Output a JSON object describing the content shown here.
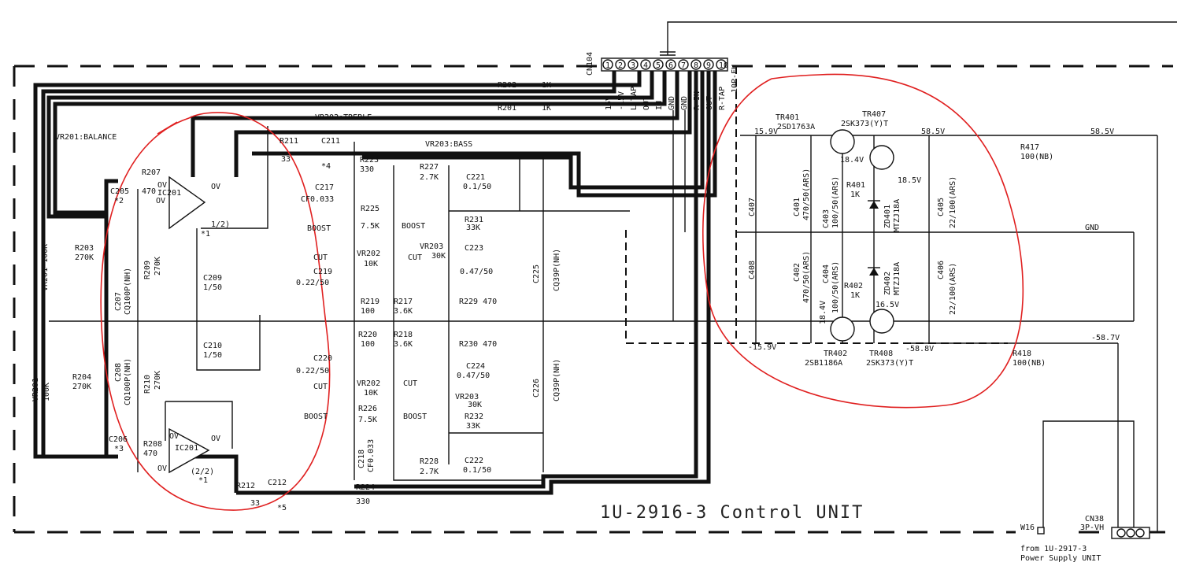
{
  "unit_title": "1U-2916-3  Control UNIT",
  "power_source": {
    "line1": "from 1U-2917-3",
    "line2": "Power Supply UNIT"
  },
  "connectors": {
    "cn104": {
      "name": "CN104",
      "type": "10P-EH",
      "pins": [
        "1",
        "2",
        "3",
        "4",
        "5",
        "6",
        "7",
        "8",
        "9",
        "10"
      ],
      "signals": [
        "15V",
        "-15V",
        "L-TAP",
        "OUT",
        "IN",
        "GND",
        "GND",
        "R IN",
        "OUT",
        "R-TAP"
      ]
    },
    "cn38": {
      "name": "CN38",
      "type": "3P-VH"
    },
    "w16": "W16"
  },
  "labels": {
    "vr201_balance": "VR201:BALANCE",
    "vr202_treble": "VR202:TREBLE",
    "vr203_bass": "VR203:BASS",
    "vr201_a": "VR201 100K",
    "vr201_b": "VR201",
    "vr201_b2": "100K",
    "gnd": "GND",
    "boost": "BOOST",
    "cut": "CUT",
    "ov": "OV",
    "half1": "1/2)",
    "half2": "(2/2)",
    "star1": "*1",
    "star1b": "*1",
    "star2": "*2",
    "star3": "*3",
    "star4": "*4",
    "star5": "*5"
  },
  "resistors": {
    "r202": "R202",
    "r202v": "1K",
    "r201": "R201",
    "r201v": "1K",
    "r207": "R207",
    "r207v": "470",
    "r208": "R208",
    "r208v": "470",
    "r203": "R203",
    "r203v": "270K",
    "r204": "R204",
    "r204v": "270K",
    "r209": "R209",
    "r209v": "270K",
    "r210": "R210",
    "r210v": "270K",
    "r211": "R211",
    "r211v": "33",
    "r212": "R212",
    "r212v": "33",
    "r223": "R223",
    "r223v": "330",
    "r224": "R224",
    "r224v": "330",
    "r225": "R225",
    "r225v": "7.5K",
    "r226": "R226",
    "r226v": "7.5K",
    "r227": "R227",
    "r227v": "2.7K",
    "r228": "R228",
    "r228v": "2.7K",
    "r231": "R231",
    "r231v": "33K",
    "r232": "R232",
    "r232v": "33K",
    "r219": "R219",
    "r219v": "100",
    "r220": "R220",
    "r220v": "100",
    "r217": "R217",
    "r217v": "3.6K",
    "r218": "R218",
    "r218v": "3.6K",
    "r229": "R229  470",
    "r230": "R230  470",
    "r401": "R401",
    "r401v": "1K",
    "r402": "R402",
    "r402v": "1K",
    "r417": "R417",
    "r417v": "100(NB)",
    "r418": "R418",
    "r418v": "100(NB)"
  },
  "capacitors": {
    "c205": "C205",
    "c206": "C206",
    "c207": "C207",
    "c207v": "CQ100P(NH)",
    "c208": "C208",
    "c208v": "CQ100P(NH)",
    "c209": "C209",
    "c209v": "1/50",
    "c210": "C210",
    "c210v": "1/50",
    "c211": "C211",
    "c212": "C212",
    "c217": "C217",
    "c217v": "CF0.033",
    "c218": "C218",
    "c218v": "CF0.033",
    "c219": "C219",
    "c219v": "0.22/50",
    "c220": "C220",
    "c220v": "0.22/50",
    "c221": "C221",
    "c221v": "0.1/50",
    "c222": "C222",
    "c222v": "0.1/50",
    "c223": "C223",
    "c223v": "0.47/50",
    "c224": "C224",
    "c224v": "0.47/50",
    "c225": "C225",
    "c225v": "CQ39P(NH)",
    "c226": "C226",
    "c226v": "CQ39P(NH)",
    "c401": "C401",
    "c401v": "470/50(ARS)",
    "c402": "C402",
    "c402v": "470/50(ARS)",
    "c403": "C403",
    "c403v": "100/50(ARS)",
    "c404": "C404",
    "c404v": "100/50(ARS)",
    "c405": "C405",
    "c405v": "22/100(ARS)",
    "c406": "C406",
    "c406v": "22/100(ARS)",
    "c407": "C407",
    "c408": "C408"
  },
  "pots": {
    "vr202a": "VR202",
    "vr202av": "10K",
    "vr202b": "VR202",
    "vr202bv": "10K",
    "vr203a": "VR203",
    "vr203av": "30K",
    "vr203b": "VR203",
    "vr203bv": "30K"
  },
  "ics": {
    "ic201a": "IC201",
    "ic201b": "IC201"
  },
  "semis": {
    "tr401": "TR401",
    "tr401v": "2SD1763A",
    "tr407": "TR407",
    "tr407v": "2SK373(Y)T",
    "tr402": "TR402",
    "tr402v": "2SB1186A",
    "tr408": "TR408",
    "tr408v": "2SK373(Y)T",
    "zd401": "ZD401",
    "zd401v": "MTZJ18A",
    "zd402": "ZD402",
    "zd402v": "MTZJ18A"
  },
  "voltages": {
    "v159": "15.9V",
    "v585": "58.5V",
    "v585b": "58.5V",
    "v184": "18.4V",
    "v185": "18.5V",
    "vm159": "-15.9V",
    "vm588": "-58.8V",
    "vm587": "-58.7V",
    "v184b": "18.4V",
    "v165": "16.5V"
  }
}
